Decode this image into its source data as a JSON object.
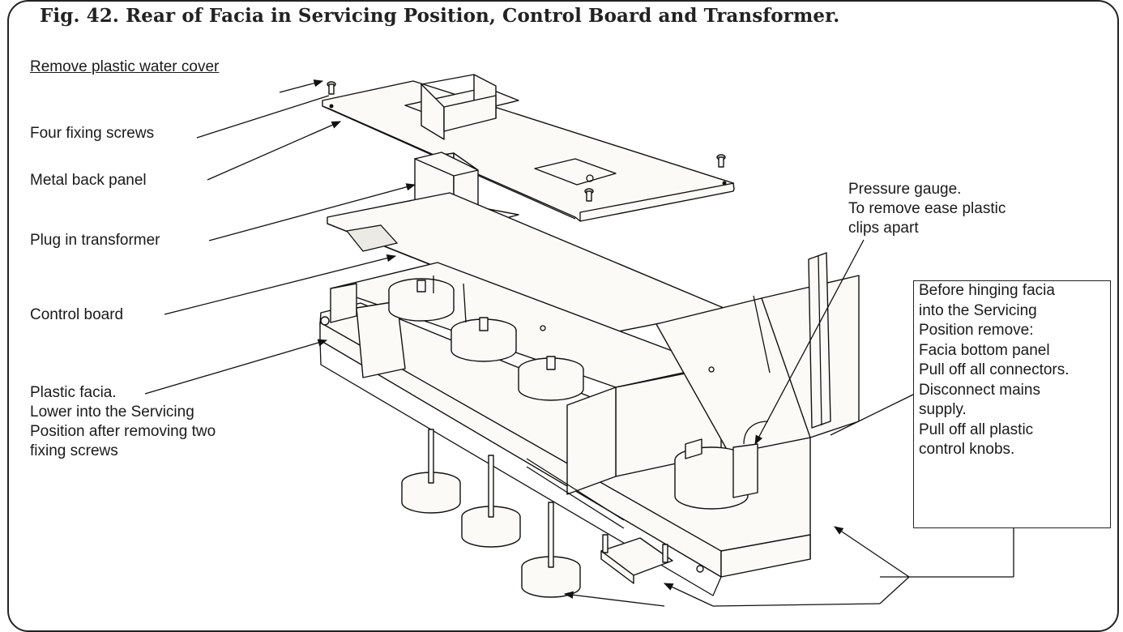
{
  "figure": {
    "title": "Fig. 42.  Rear of Facia in Servicing Position, Control Board and Transformer."
  },
  "labels": {
    "remove_cover": "Remove plastic water cover",
    "fixing_screws": "Four fixing screws",
    "back_panel": "Metal back panel",
    "transformer": "Plug in transformer",
    "control_board": "Control board",
    "facia": [
      "Plastic facia.",
      "Lower into the Servicing",
      "Position after removing two",
      "fixing screws"
    ],
    "pressure_gauge": [
      "Pressure gauge.",
      "To remove ease plastic",
      "clips apart"
    ]
  },
  "note": {
    "lines": [
      "Before hinging facia",
      "into the Servicing",
      "Position remove:",
      "Facia bottom panel",
      "Pull off all connectors.",
      "Disconnect mains",
      "supply.",
      "Pull off all plastic",
      "control knobs."
    ]
  },
  "colors": {
    "line": "#111111",
    "part_fill": "#fbfaf6"
  }
}
